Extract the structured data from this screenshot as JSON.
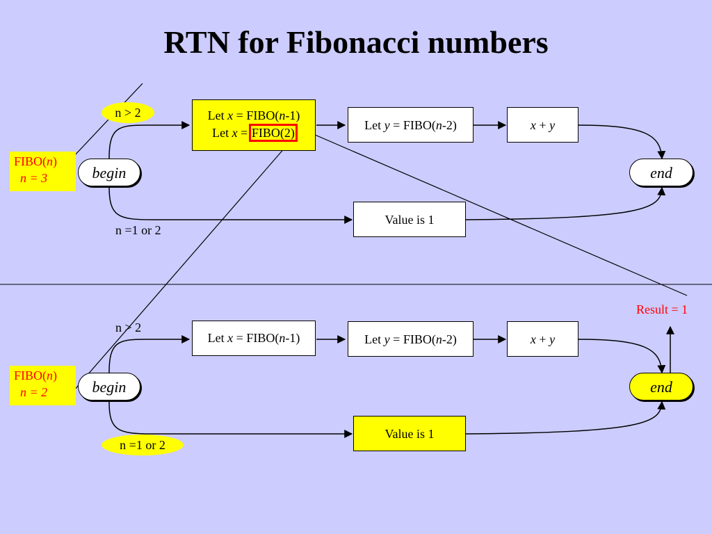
{
  "title": "RTN for Fibonacci numbers",
  "top": {
    "cond_gt": "n > 2",
    "cond_eq": "n =1 or 2",
    "fibo_label": "FIBO(",
    "fibo_var": "n",
    "fibo_close": ")",
    "n_eq": "n = 3",
    "begin": "begin",
    "end": "end",
    "let_x_1": {
      "pre": "Let ",
      "var": "x",
      "mid": " = FIBO(",
      "var2": "n",
      "post": "-1)"
    },
    "let_x_2": {
      "pre": "Let ",
      "var": "x",
      "mid": " = ",
      "hl": "FIBO(2)"
    },
    "let_y": {
      "pre": "Let ",
      "var": "y",
      "mid": " = FIBO(",
      "var2": "n",
      "post": "-2)"
    },
    "sum": {
      "a": "x",
      "op": " + ",
      "b": "y"
    },
    "value": "Value is 1"
  },
  "bottom": {
    "cond_gt": "n > 2",
    "cond_eq": "n =1 or 2",
    "fibo_label": "FIBO(",
    "fibo_var": "n",
    "fibo_close": ")",
    "n_eq": "n = 2",
    "begin": "begin",
    "end": "end",
    "let_x": {
      "pre": "Let ",
      "var": "x",
      "mid": " = FIBO(",
      "var2": "n",
      "post": "-1)"
    },
    "let_y": {
      "pre": "Let ",
      "var": "y",
      "mid": " = FIBO(",
      "var2": "n",
      "post": "-2)"
    },
    "sum": {
      "a": "x",
      "op": " + ",
      "b": "y"
    },
    "value": "Value is 1",
    "result": "Result = 1"
  },
  "colors": {
    "background": "#ccccff",
    "highlight": "#ffff00",
    "accent": "#ff0000"
  }
}
